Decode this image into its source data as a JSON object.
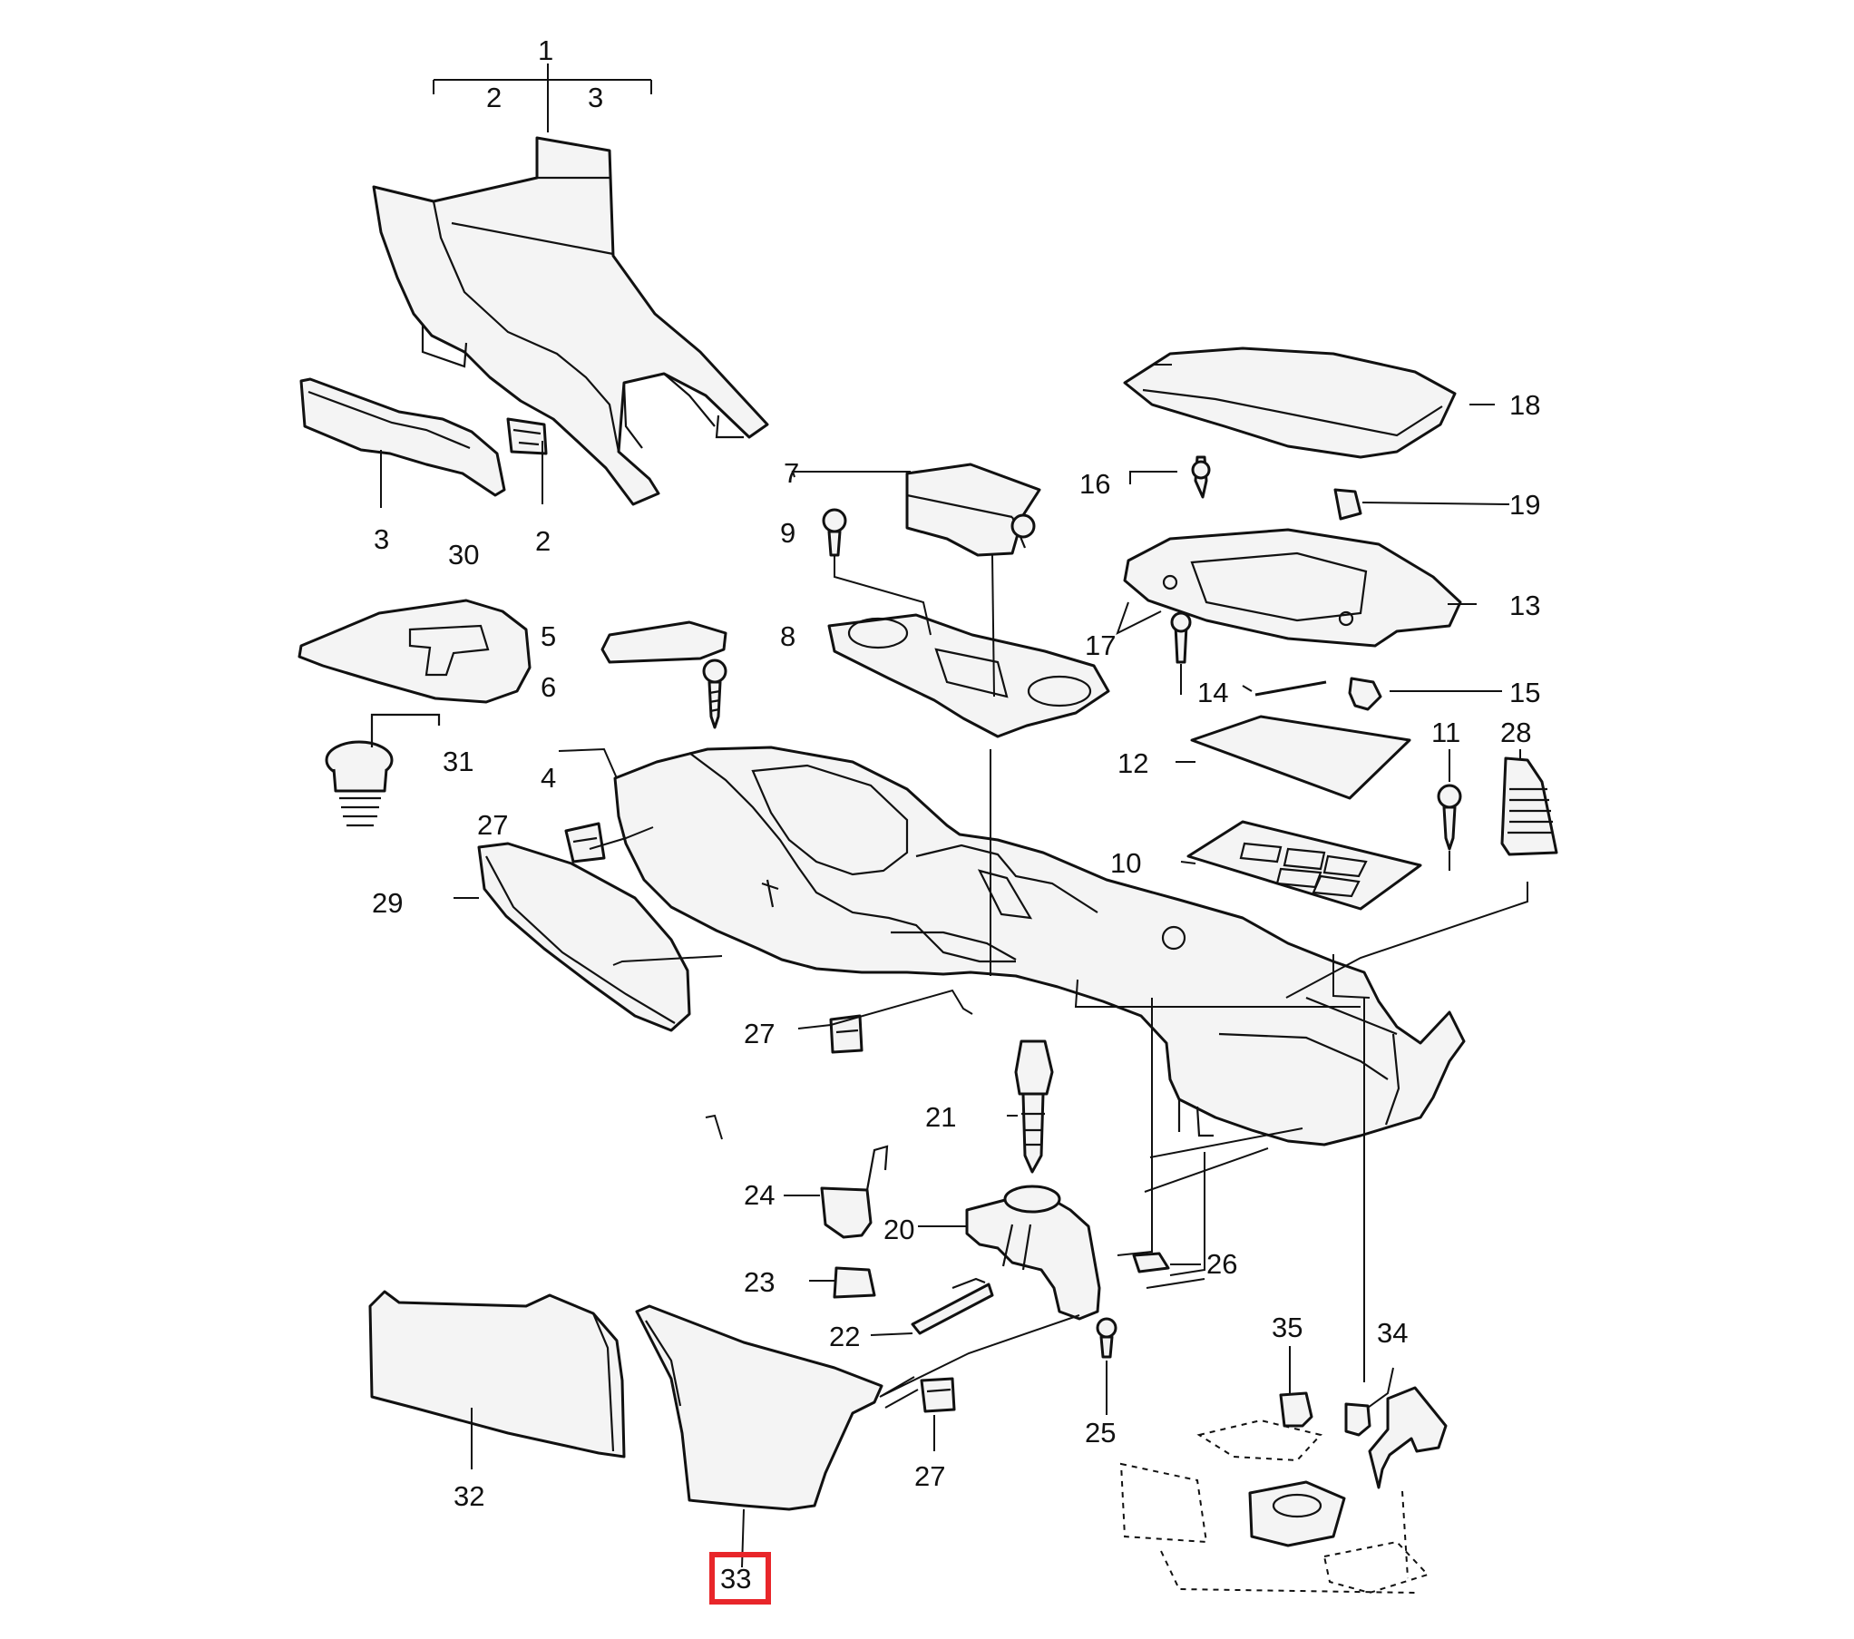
{
  "diagram": {
    "highlight_color": "#e8262a",
    "highlighted_label": "33",
    "header_labels": {
      "top": "1",
      "left": "2",
      "right": "3"
    },
    "labels": {
      "p2": "2",
      "p3": "3",
      "p4": "4",
      "p5": "5",
      "p6": "6",
      "p7": "7",
      "p8": "8",
      "p9": "9",
      "p10": "10",
      "p11": "11",
      "p12": "12",
      "p13": "13",
      "p14": "14",
      "p15": "15",
      "p16": "16",
      "p17": "17",
      "p18": "18",
      "p19": "19",
      "p20": "20",
      "p21": "21",
      "p22": "22",
      "p23": "23",
      "p24": "24",
      "p25": "25",
      "p26": "26",
      "p27a": "27",
      "p27b": "27",
      "p27c": "27",
      "p28": "28",
      "p29": "29",
      "p30": "30",
      "p31": "31",
      "p32": "32",
      "p33": "33",
      "p34": "34",
      "p35": "35"
    }
  }
}
